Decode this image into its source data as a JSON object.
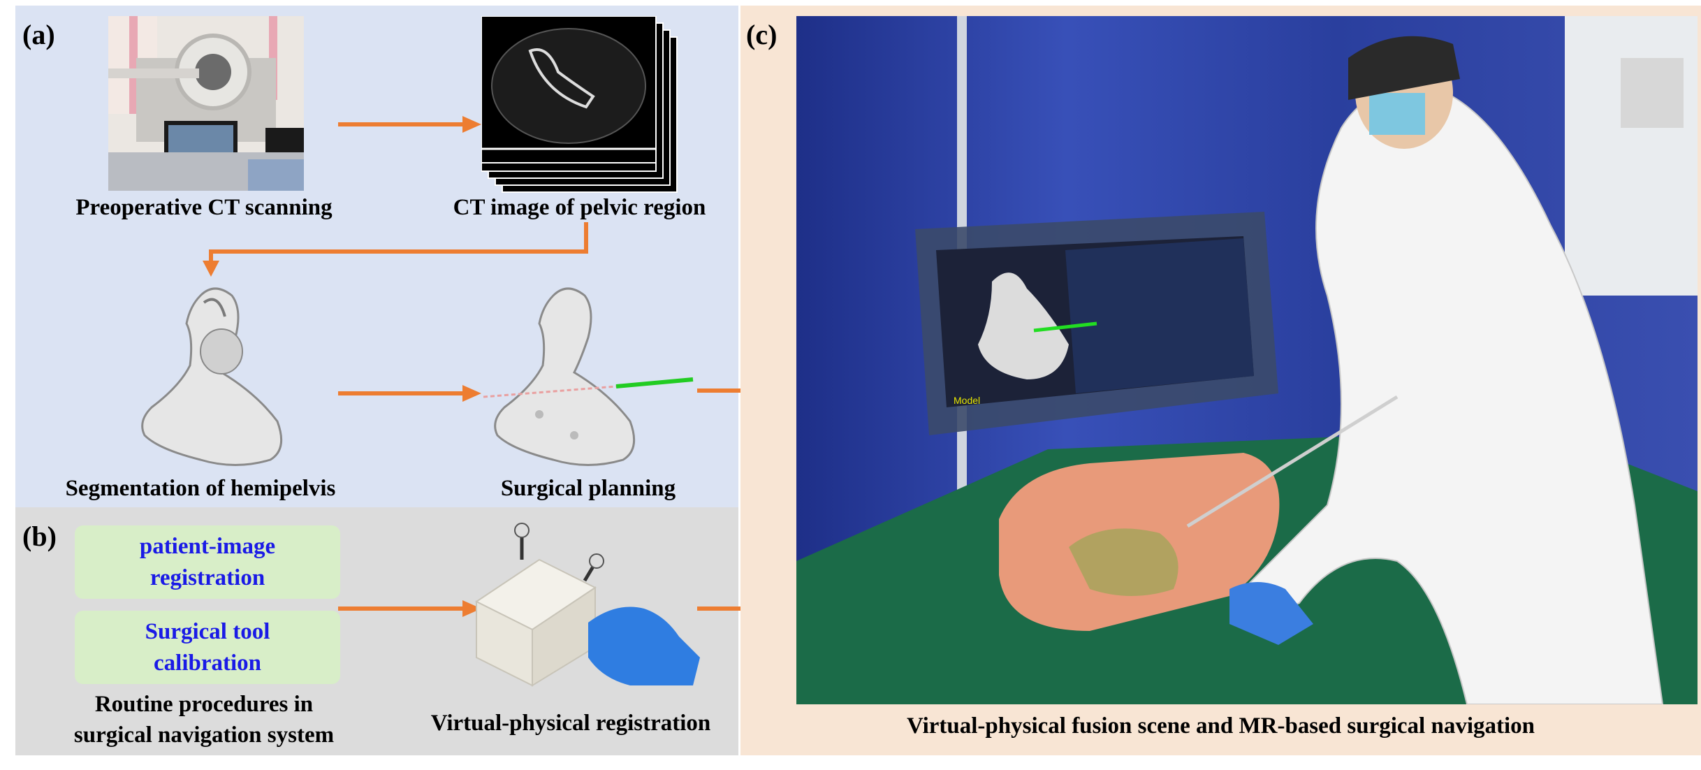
{
  "panel_a": {
    "label": "(a)",
    "captions": {
      "ct_scanning": "Preoperative CT scanning",
      "ct_image": "CT image of pelvic region",
      "segmentation": "Segmentation of hemipelvis",
      "planning": "Surgical planning"
    }
  },
  "panel_b": {
    "label": "(b)",
    "box1": "patient-image\nregistration",
    "box2": "Surgical tool\ncalibration",
    "caption_routine_line1": "Routine procedures in",
    "caption_routine_line2": "surgical navigation system",
    "caption_registration": "Virtual-physical registration"
  },
  "panel_c": {
    "label": "(c)",
    "caption": "Virtual-physical fusion scene and MR-based surgical navigation",
    "screen_text": "Model"
  },
  "colors": {
    "panel_a_bg": "#dbe3f3",
    "panel_b_bg": "#dcdcdc",
    "panel_c_bg": "#f8e5d4",
    "arrow": "#ed7d31",
    "box_text": "#1a1ae6",
    "box_bg": "#d8eec8"
  }
}
